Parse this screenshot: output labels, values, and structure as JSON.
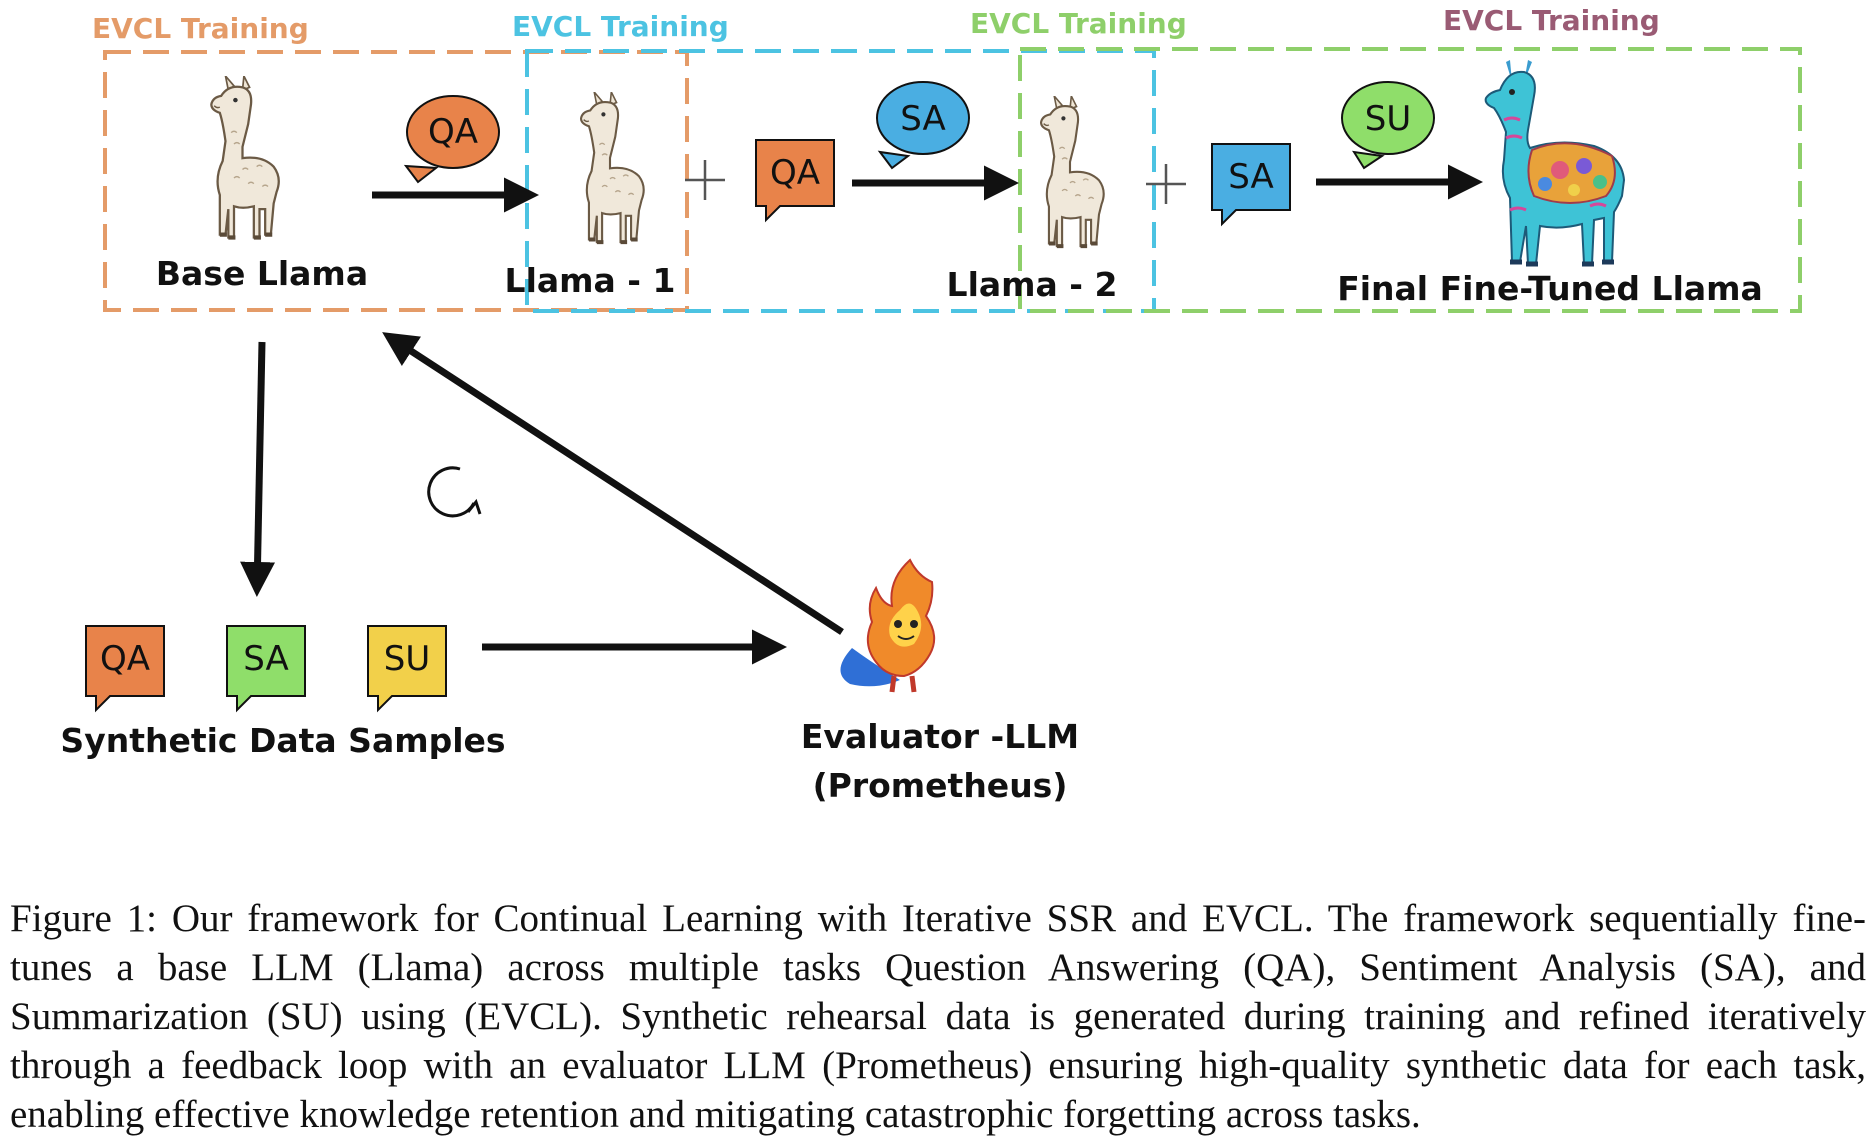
{
  "training_labels": {
    "t1": "EVCL Training",
    "t2": "EVCL Training",
    "t3": "EVCL Training",
    "t4": "EVCL Training"
  },
  "colors": {
    "orange": "#e49b68",
    "blue": "#4cc3e2",
    "green": "#8ecf6a",
    "purple": "#9a5b74",
    "qa_fill": "#e8834a",
    "sa_blue_fill": "#4aaee2",
    "sa_green_fill": "#8fde6a",
    "su_fill": "#f2d04a"
  },
  "models": {
    "base": "Base Llama",
    "llama1": "Llama - 1",
    "llama2": "Llama - 2",
    "final": "Final Fine-Tuned Llama"
  },
  "bubbles": {
    "qa_arrow": "QA",
    "qa_side": "QA",
    "sa_arrow": "SA",
    "sa_side": "SA",
    "su_arrow": "SU",
    "sample_qa": "QA",
    "sample_sa": "SA",
    "sample_su": "SU"
  },
  "samples_label": "Synthetic Data Samples",
  "evaluator": {
    "line1": "Evaluator -LLM",
    "line2": "(Prometheus)"
  },
  "icons": {
    "llama": "llama-icon",
    "colorful_llama": "colorful-llama-icon",
    "evaluator": "fire-mascot-icon",
    "loop": "refresh-cycle-icon"
  },
  "caption": "Figure 1: Our framework for Continual Learning with Iterative SSR and EVCL. The framework sequentially fine-tunes a base LLM (Llama) across multiple tasks Question Answering (QA), Sentiment Analysis (SA), and Summarization (SU) using (EVCL). Synthetic rehearsal data is generated during training and refined iteratively through a feedback loop with an evaluator LLM (Prometheus) ensuring high-quality synthetic data for each task, enabling effective knowledge retention and mitigating catastrophic forgetting across tasks."
}
